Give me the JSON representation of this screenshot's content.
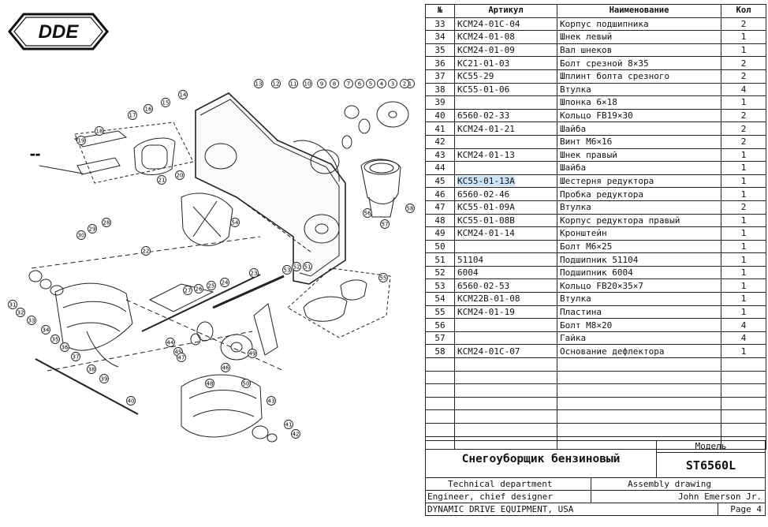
{
  "brand": {
    "logo_text": "DDE"
  },
  "drawing": {
    "callouts": [
      "1",
      "2",
      "3",
      "4",
      "5",
      "6",
      "7",
      "8",
      "9",
      "10",
      "11",
      "12",
      "13",
      "14",
      "15",
      "16",
      "17",
      "18",
      "19",
      "20",
      "21",
      "22",
      "23",
      "24",
      "25",
      "26",
      "27",
      "28",
      "29",
      "30",
      "31",
      "32",
      "33",
      "34",
      "35",
      "36",
      "37",
      "38",
      "39",
      "40",
      "41",
      "42",
      "43",
      "44",
      "45",
      "46",
      "47",
      "48",
      "49",
      "50",
      "51",
      "52",
      "53",
      "54",
      "55",
      "56",
      "57",
      "58"
    ]
  },
  "parts_table": {
    "headers": {
      "num": "№",
      "article": "Артикул",
      "name": "Наименование",
      "qty": "Кол"
    },
    "rows": [
      {
        "num": "33",
        "article": "КСМ24-01С-04",
        "name": "Корпус подшипника",
        "qty": "2"
      },
      {
        "num": "34",
        "article": "КСМ24-01-08",
        "name": "Шнек левый",
        "qty": "1"
      },
      {
        "num": "35",
        "article": "КСМ24-01-09",
        "name": "Вал шнеков",
        "qty": "1"
      },
      {
        "num": "36",
        "article": "КС21-01-03",
        "name": "Болт срезной 8×35",
        "qty": "2"
      },
      {
        "num": "37",
        "article": "КС55-29",
        "name": "Шплинт болта срезного",
        "qty": "2"
      },
      {
        "num": "38",
        "article": "КС55-01-06",
        "name": "Втулка",
        "qty": "4"
      },
      {
        "num": "39",
        "article": "",
        "name": "Шпонка 6×18",
        "qty": "1"
      },
      {
        "num": "40",
        "article": "6560-02-33",
        "name": "Кольцо FB19×30",
        "qty": "2"
      },
      {
        "num": "41",
        "article": "КСМ24-01-21",
        "name": "Шайба",
        "qty": "2"
      },
      {
        "num": "42",
        "article": "",
        "name": "Винт М6×16",
        "qty": "2"
      },
      {
        "num": "43",
        "article": "КСМ24-01-13",
        "name": "Шнек правый",
        "qty": "1"
      },
      {
        "num": "44",
        "article": "",
        "name": "Шайба",
        "qty": "1"
      },
      {
        "num": "45",
        "article": "КС55-01-13А",
        "name": "Шестерня редуктора",
        "qty": "1"
      },
      {
        "num": "46",
        "article": "6560-02-46",
        "name": "Пробка редуктора",
        "qty": "1"
      },
      {
        "num": "47",
        "article": "КС55-01-09А",
        "name": "Втулка",
        "qty": "2"
      },
      {
        "num": "48",
        "article": "КС55-01-08В",
        "name": "Корпус редуктора правый",
        "qty": "1"
      },
      {
        "num": "49",
        "article": "КСМ24-01-14",
        "name": "Кронштейн",
        "qty": "1"
      },
      {
        "num": "50",
        "article": "",
        "name": "Болт М6×25",
        "qty": "1"
      },
      {
        "num": "51",
        "article": "51104",
        "name": "Подшипник 51104",
        "qty": "1"
      },
      {
        "num": "52",
        "article": "6004",
        "name": "Подшипник 6004",
        "qty": "1"
      },
      {
        "num": "53",
        "article": "6560-02-53",
        "name": "Кольцо FB20×35×7",
        "qty": "1"
      },
      {
        "num": "54",
        "article": "КСМ22В-01-08",
        "name": "Втулка",
        "qty": "1"
      },
      {
        "num": "55",
        "article": "КСМ24-01-19",
        "name": "Пластина",
        "qty": "1"
      },
      {
        "num": "56",
        "article": "",
        "name": "Болт М8×20",
        "qty": "4"
      },
      {
        "num": "57",
        "article": "",
        "name": "Гайка",
        "qty": "4"
      },
      {
        "num": "58",
        "article": "КСМ24-01С-07",
        "name": "Основание дефлектора",
        "qty": "1"
      }
    ],
    "empty_rows": 7,
    "highlight_row_num": "45"
  },
  "title_block": {
    "product_title": "Снегоуборщик бензиновый",
    "model_label": "Модель",
    "model": "ST6560L",
    "department": "Technical department",
    "drawing_type": "Assembly drawing",
    "role": "Engineer, chief designer",
    "person": "John Emerson Jr.",
    "company": "DYNAMIC DRIVE EQUIPMENT, USA",
    "page": "Page 4"
  }
}
